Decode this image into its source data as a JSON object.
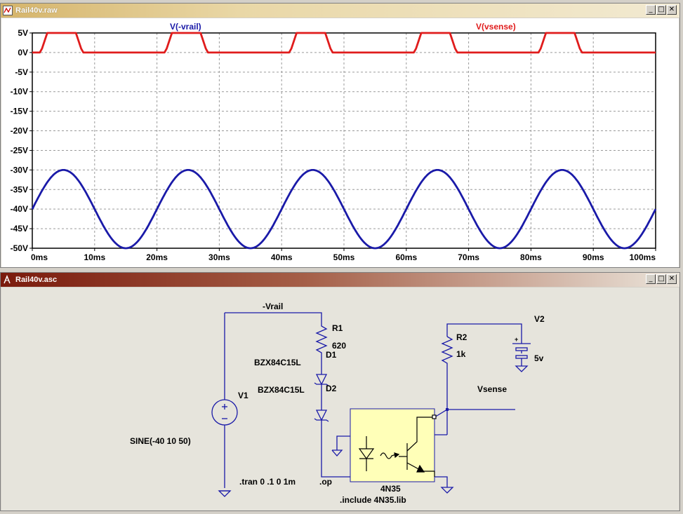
{
  "plot_window": {
    "title": "Rail40v.raw",
    "min_btn": "_",
    "max_btn": "□",
    "close_btn": "✕",
    "trace_blue_label": "V(-vrail)",
    "trace_red_label": "V(vsense)",
    "colors": {
      "blue": "#1a1aa8",
      "red": "#e01c1c",
      "grid": "#9a9a9a"
    }
  },
  "chart_data": {
    "type": "line",
    "xlabel": "",
    "ylabel": "",
    "x_ticks": [
      "0ms",
      "10ms",
      "20ms",
      "30ms",
      "40ms",
      "50ms",
      "60ms",
      "70ms",
      "80ms",
      "90ms",
      "100ms"
    ],
    "y_ticks": [
      "5V",
      "0V",
      "-5V",
      "-10V",
      "-15V",
      "-20V",
      "-25V",
      "-30V",
      "-35V",
      "-40V",
      "-45V",
      "-50V"
    ],
    "xlim": [
      0,
      100
    ],
    "ylim": [
      -50,
      5
    ],
    "grid": true,
    "series": [
      {
        "name": "V(-vrail)",
        "function": "-40 + 10*sin(2*pi*50*t)",
        "offset": -40,
        "amplitude": 10,
        "freq_hz": 50
      },
      {
        "name": "V(vsense)",
        "high_v": 5,
        "low_v": 0,
        "pulses_ms": [
          [
            1.2,
            8.2
          ],
          [
            21.2,
            28.2
          ],
          [
            41.2,
            48.2
          ],
          [
            61.2,
            68.2
          ],
          [
            81.2,
            88.2
          ]
        ],
        "edge_ms": 1.2
      }
    ]
  },
  "schematic_window": {
    "title": "Rail40v.asc",
    "min_btn": "_",
    "max_btn": "□",
    "close_btn": "✕",
    "net_vrail": "-Vrail",
    "net_vsense": "Vsense",
    "r1_name": "R1",
    "r1_value": "620",
    "d1_name": "D1",
    "d1_model": "BZX84C15L",
    "d2_name": "D2",
    "d2_model": "BZX84C15L",
    "v1_name": "V1",
    "v1_value": "SINE(-40 10 50)",
    "r2_name": "R2",
    "r2_value": "1k",
    "v2_name": "V2",
    "v2_value": "5v",
    "opto_name": "4N35",
    "directive_tran": ".tran 0 .1 0 1m",
    "directive_op": ".op",
    "directive_include": ".include 4N35.lib",
    "colors": {
      "wire": "#1a1aa8",
      "opto_fill": "#ffffb8"
    }
  }
}
